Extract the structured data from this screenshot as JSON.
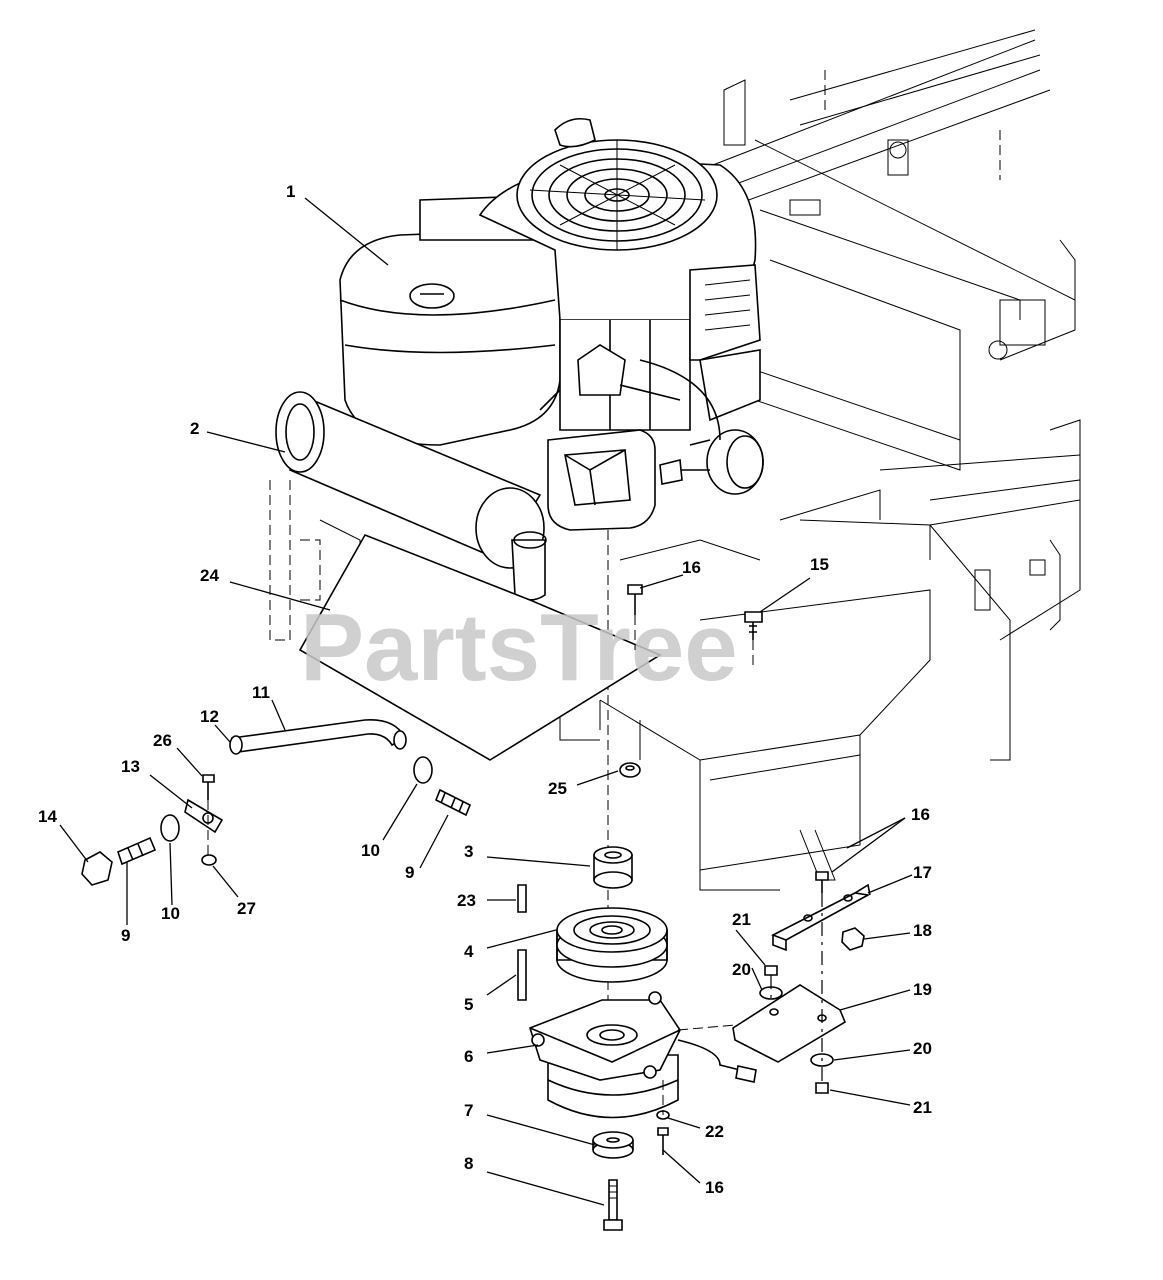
{
  "watermark": "PartsTree",
  "callouts": {
    "c1": "1",
    "c2": "2",
    "c3": "3",
    "c4": "4",
    "c5": "5",
    "c6": "6",
    "c7": "7",
    "c8": "8",
    "c9a": "9",
    "c9b": "9",
    "c10a": "10",
    "c10b": "10",
    "c11": "11",
    "c12": "12",
    "c13": "13",
    "c14": "14",
    "c15": "15",
    "c16a": "16",
    "c16b": "16",
    "c16c": "16",
    "c17": "17",
    "c18": "18",
    "c19": "19",
    "c20a": "20",
    "c20b": "20",
    "c21a": "21",
    "c21b": "21",
    "c22": "22",
    "c23": "23",
    "c24": "24",
    "c25": "25",
    "c26": "26",
    "c27": "27"
  }
}
